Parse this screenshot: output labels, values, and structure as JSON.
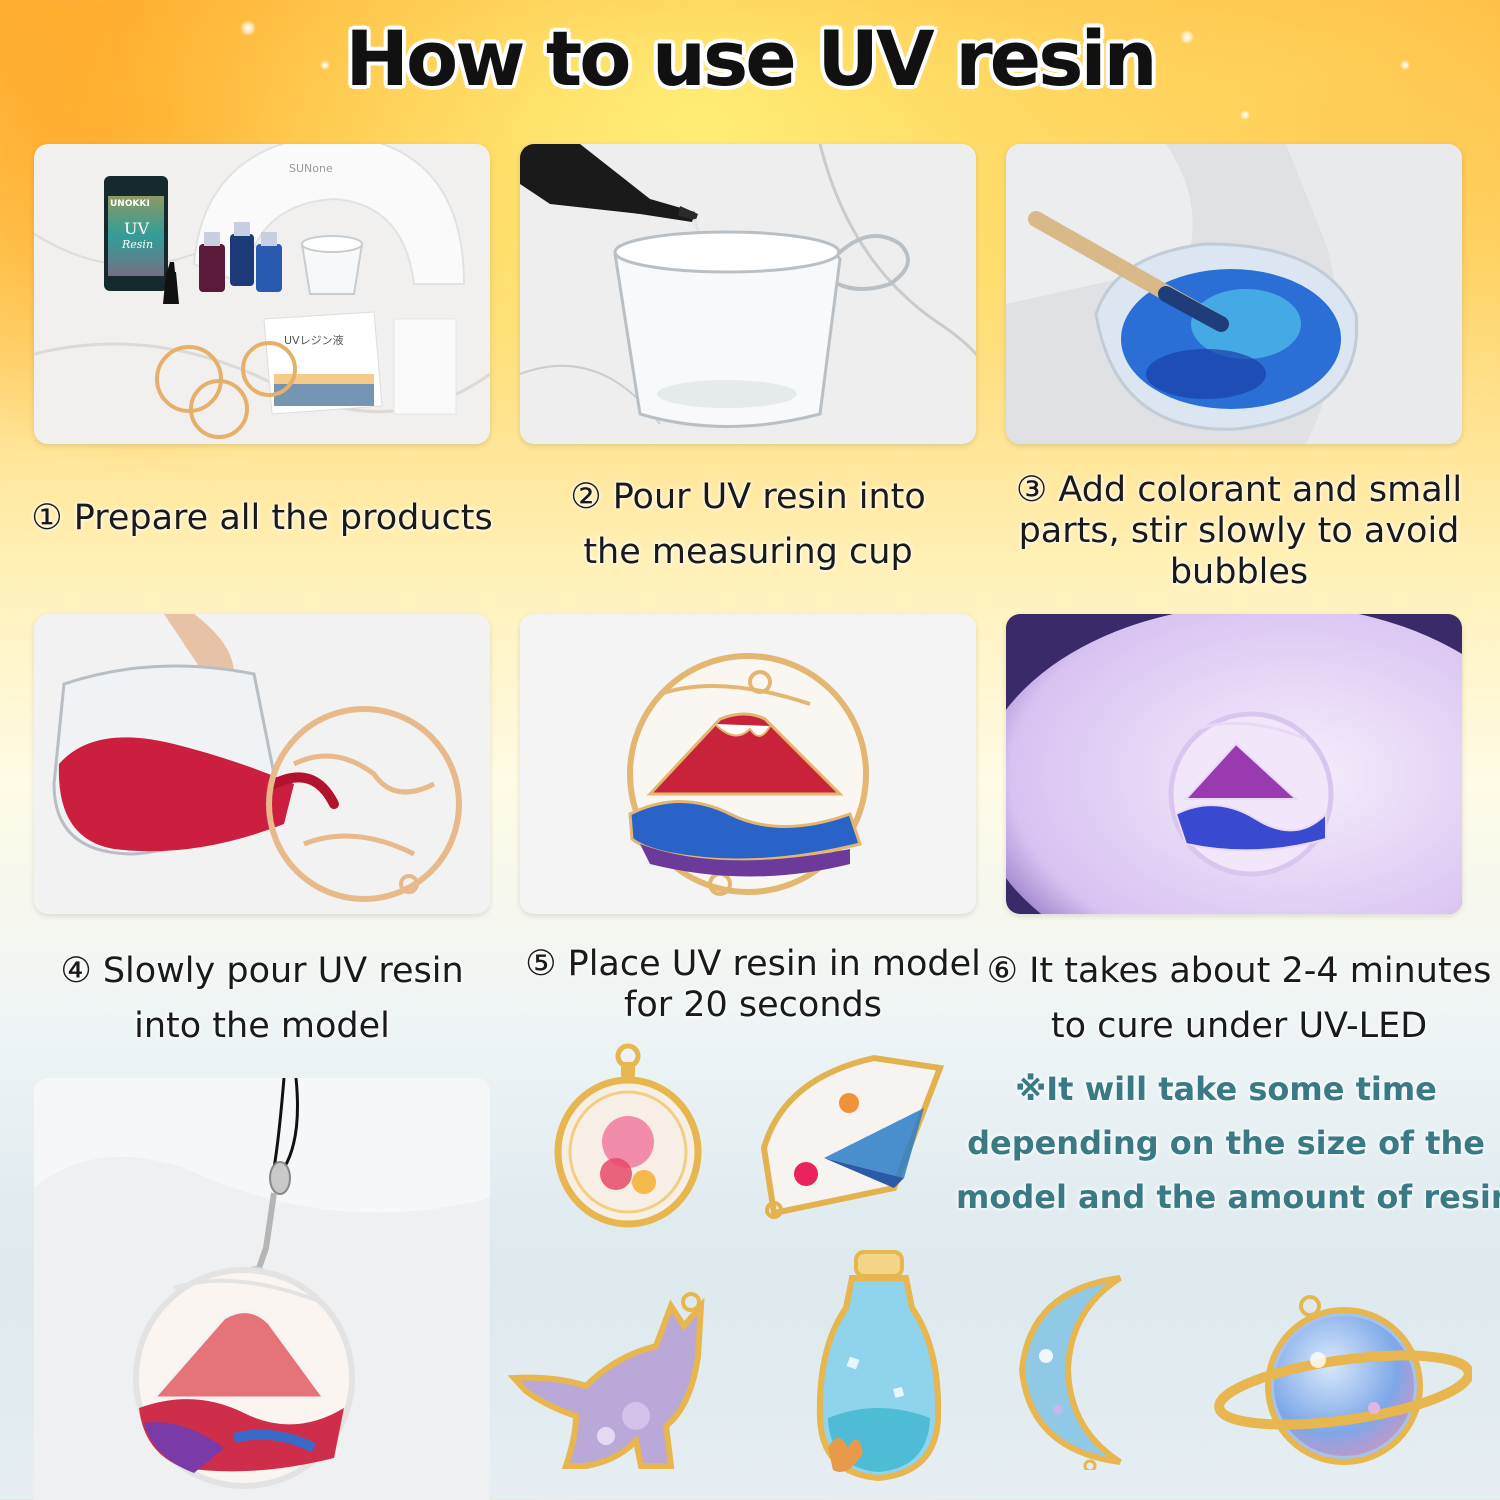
{
  "title": "How to use UV resin",
  "steps": [
    {
      "lines": [
        "① Prepare all the products"
      ]
    },
    {
      "lines": [
        "② Pour UV resin into",
        "the measuring cup"
      ]
    },
    {
      "lines": [
        "③ Add colorant and small",
        "parts, stir slowly to avoid",
        "bubbles"
      ]
    },
    {
      "lines": [
        "④ Slowly pour UV resin",
        "into the model"
      ]
    },
    {
      "lines": [
        "⑤ Place UV resin in model",
        "for 20 seconds"
      ]
    },
    {
      "lines": [
        "⑥ It takes about 2-4 minutes",
        "to cure under UV-LED"
      ]
    }
  ],
  "note": {
    "lines": [
      "※It will take some time",
      "depending on the size of the",
      "model and the amount of resin"
    ]
  },
  "photo1": {
    "bottle_brand": "UNOKKI",
    "bottle_label_1": "UV",
    "bottle_label_2": "Resin",
    "lamp_brand": "SUNone",
    "manual_title": "UVレジン液"
  },
  "colors": {
    "title": "#111111",
    "caption": "#1a1a1a",
    "note": "#3a7a84",
    "gold": "#e5b65c",
    "accent_red": "#c8233a",
    "accent_blue": "#2a63c8"
  }
}
